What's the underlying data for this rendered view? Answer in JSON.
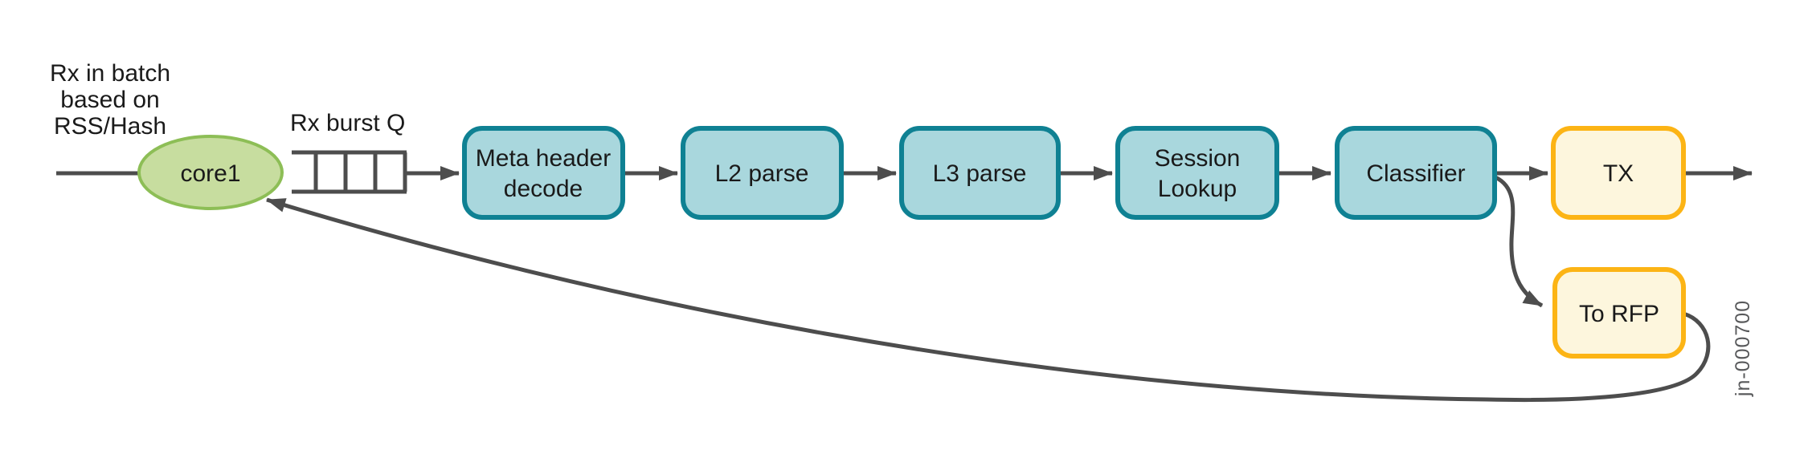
{
  "figure_id": "jn-000700",
  "colors": {
    "arrow": "#4d4d4d",
    "teal_fill": "#a9d7dd",
    "teal_border": "#0f8193",
    "yellow_fill": "#fdf6dd",
    "yellow_border": "#fcb415",
    "green_fill": "#c7dd9f",
    "green_border": "#8dbe56",
    "text": "#1a1a1a",
    "figure_id_text": "#58595b"
  },
  "annotations": {
    "rx_batch": {
      "line1": "Rx in batch",
      "line2": "based on",
      "line3": "RSS/Hash"
    },
    "rx_burst_q": "Rx burst Q"
  },
  "nodes": {
    "core": {
      "label": "core1"
    },
    "meta_header_decode": {
      "line1": "Meta header",
      "line2": "decode"
    },
    "l2_parse": {
      "label": "L2 parse"
    },
    "l3_parse": {
      "label": "L3 parse"
    },
    "session_lookup": {
      "line1": "Session",
      "line2": "Lookup"
    },
    "classifier": {
      "label": "Classifier"
    },
    "tx": {
      "label": "TX"
    },
    "to_rfp": {
      "label": "To RFP"
    }
  }
}
